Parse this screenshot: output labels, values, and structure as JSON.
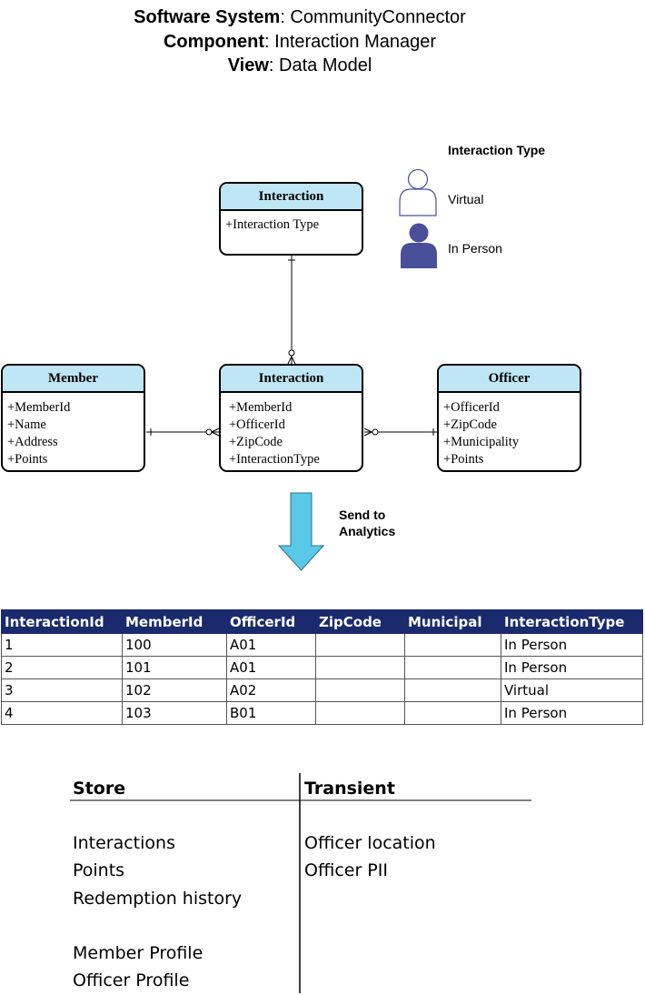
{
  "header": {
    "line1_label": "Software System",
    "line1_value": ": CommunityConnector",
    "line2_label": "Component",
    "line2_value": ": Interaction Manager",
    "line3_label": "View",
    "line3_value": ": Data Model"
  },
  "legend": {
    "title": "Interaction Type",
    "virtual": "Virtual",
    "in_person": "In Person"
  },
  "entities": {
    "interaction_type": {
      "title": "Interaction",
      "attrs": [
        "+Interaction Type"
      ]
    },
    "member": {
      "title": "Member",
      "attrs": [
        "+MemberId",
        "+Name",
        "+Address",
        "+Points"
      ]
    },
    "interaction": {
      "title": "Interaction",
      "attrs": [
        "+MemberId",
        "+OfficerId",
        "+ZipCode",
        "+InteractionType"
      ]
    },
    "officer": {
      "title": "Officer",
      "attrs": [
        "+OfficerId",
        "+ZipCode",
        "+Municipality",
        "+Points"
      ]
    }
  },
  "arrow": {
    "label_line1": "Send to",
    "label_line2": "Analytics"
  },
  "table": {
    "headers": [
      "InteractionId",
      "MemberId",
      "OfficerId",
      "ZipCode",
      "Municipal",
      "InteractionType"
    ],
    "rows": [
      [
        "1",
        "100",
        "A01",
        "",
        "",
        "In Person"
      ],
      [
        "2",
        "101",
        "A01",
        "",
        "",
        "In Person"
      ],
      [
        "3",
        "102",
        "A02",
        "",
        "",
        "Virtual"
      ],
      [
        "4",
        "103",
        "B01",
        "",
        "",
        "In Person"
      ]
    ]
  },
  "storage": {
    "store_header": "Store",
    "transient_header": "Transient",
    "store_items": [
      "Interactions",
      "Points",
      "Redemption history",
      "Member Profile",
      "Officer Profile"
    ],
    "transient_items": [
      "Officer location",
      "Officer PII"
    ]
  },
  "colors": {
    "entity_header": "#bfe6f5",
    "arrow_fill": "#5bc8e8",
    "person_filled": "#4a4f9a",
    "table_header": "#1a2a6c"
  }
}
